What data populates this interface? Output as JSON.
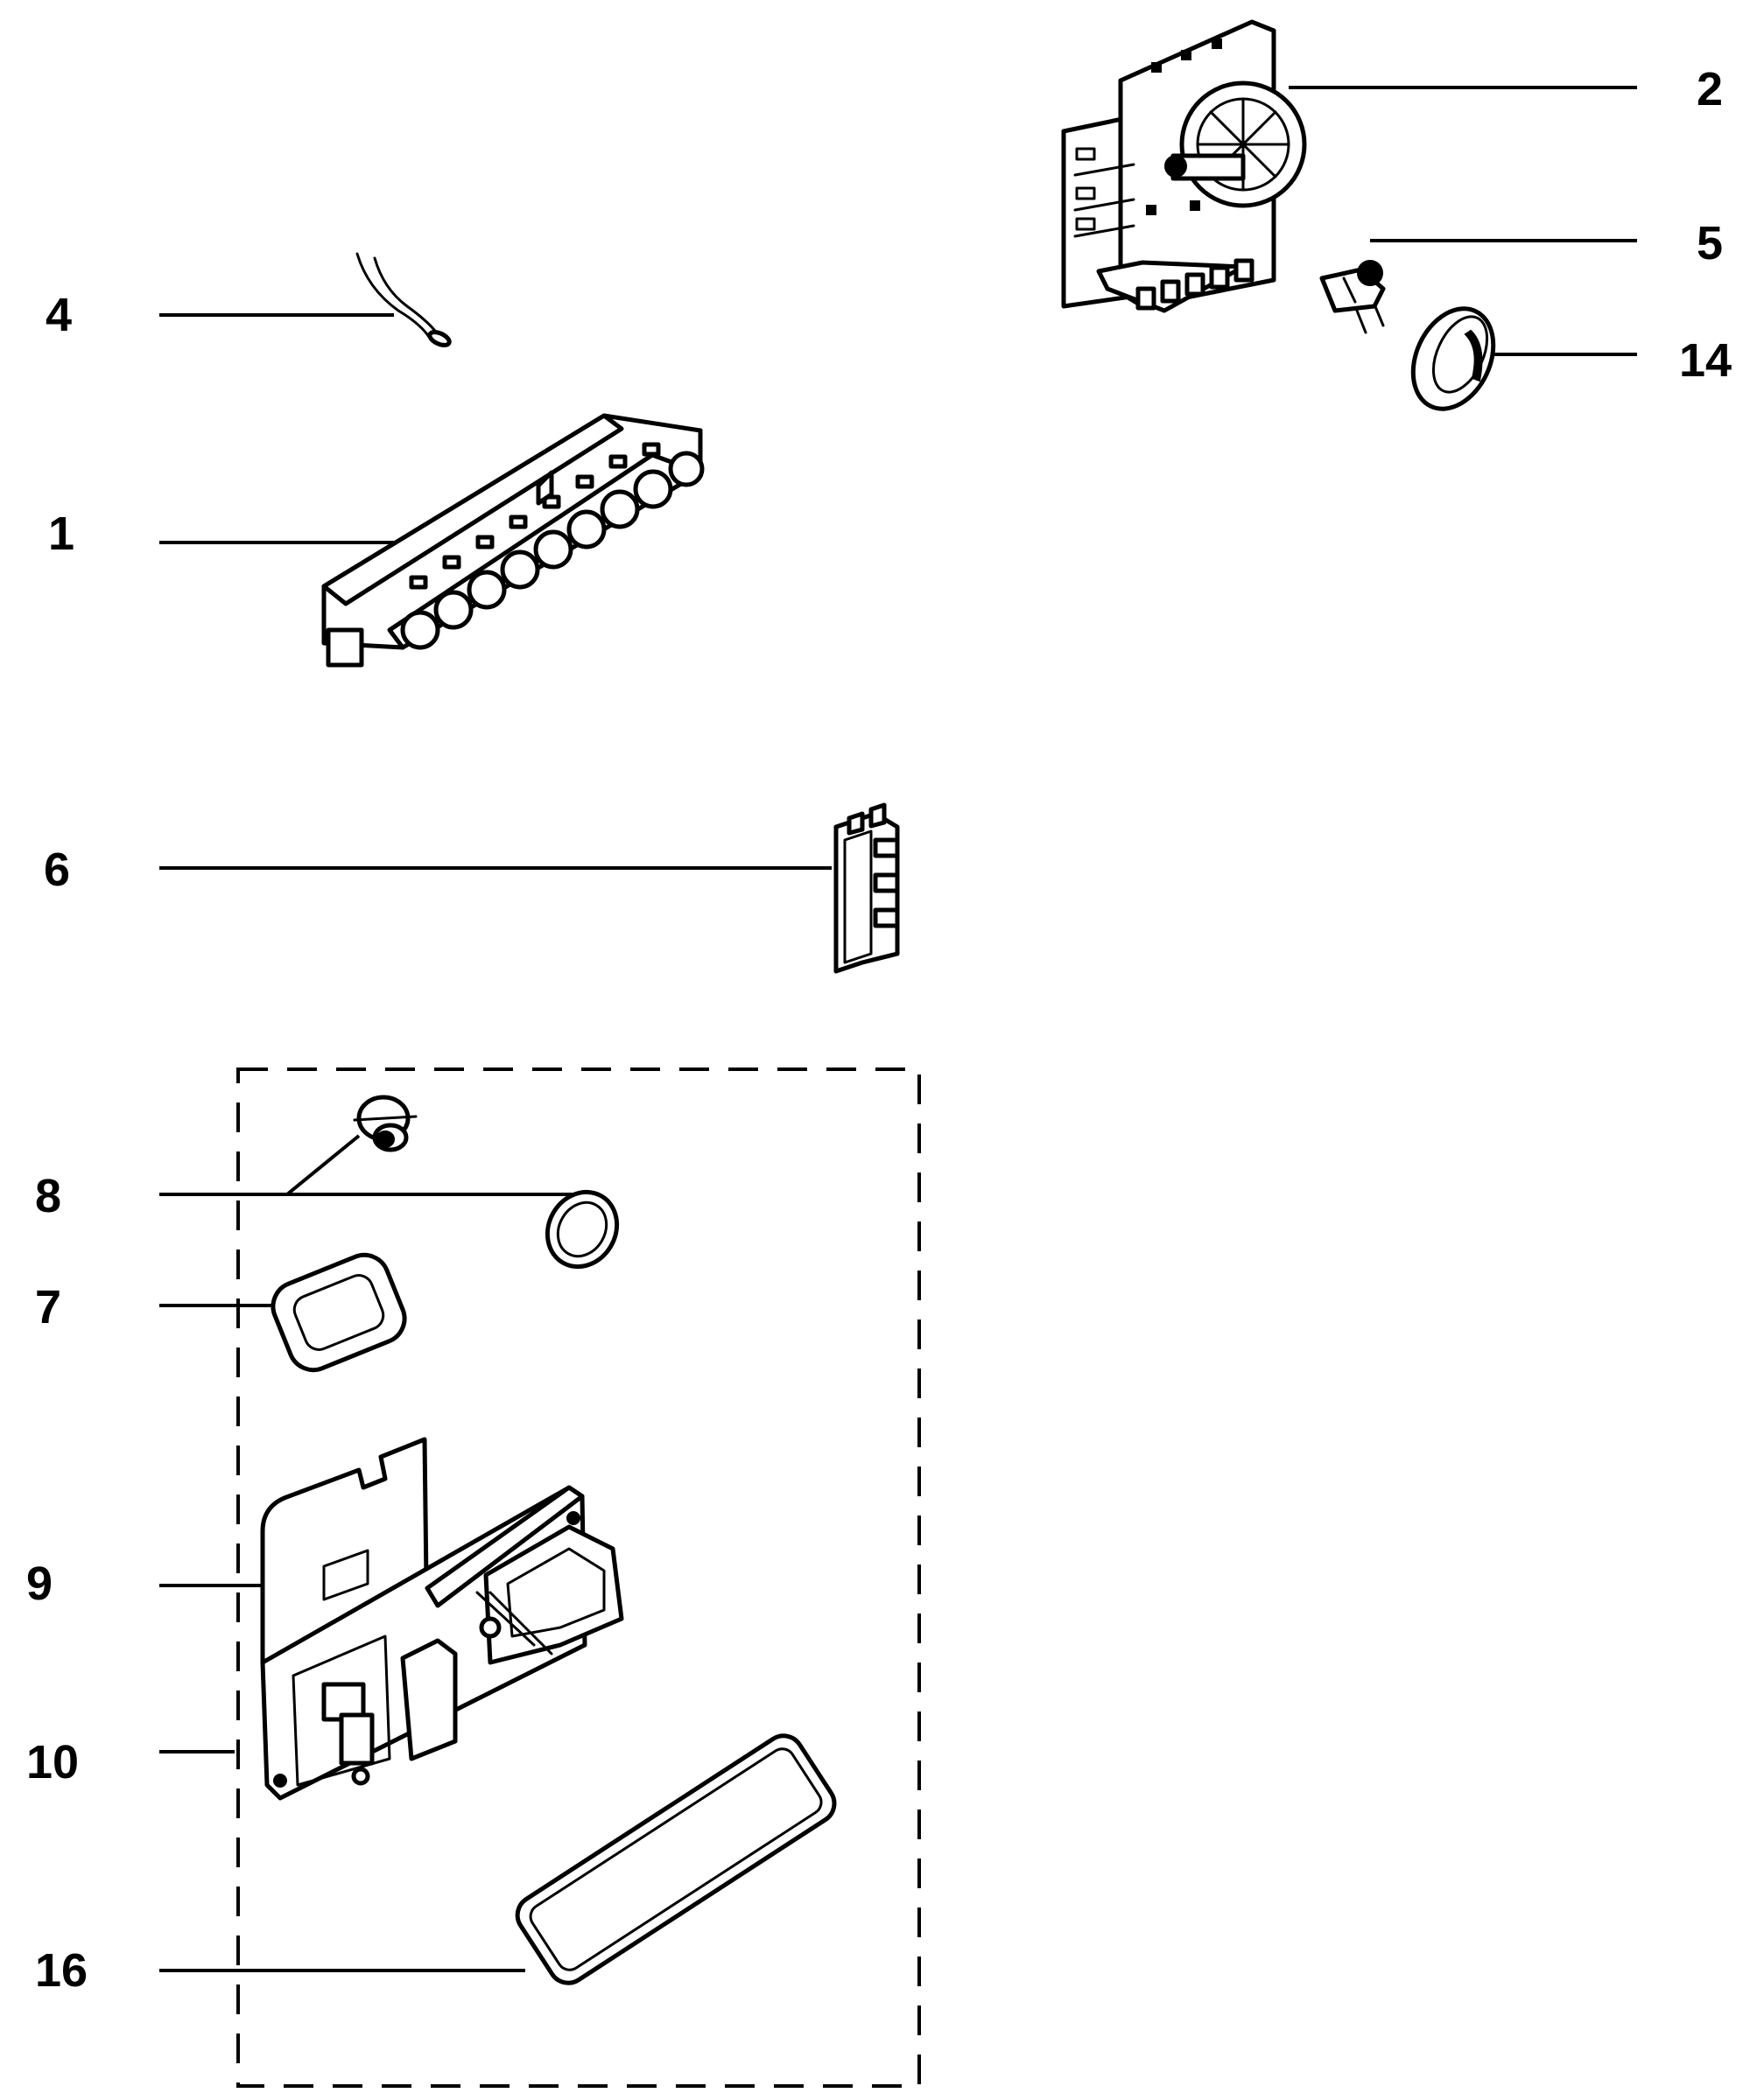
{
  "diagram": {
    "callouts": [
      {
        "id": "c1",
        "label": "1"
      },
      {
        "id": "c2",
        "label": "2"
      },
      {
        "id": "c4",
        "label": "4"
      },
      {
        "id": "c5",
        "label": "5"
      },
      {
        "id": "c6",
        "label": "6"
      },
      {
        "id": "c7",
        "label": "7"
      },
      {
        "id": "c8",
        "label": "8"
      },
      {
        "id": "c9",
        "label": "9"
      },
      {
        "id": "c10",
        "label": "10"
      },
      {
        "id": "c14",
        "label": "14"
      },
      {
        "id": "c16",
        "label": "16"
      }
    ]
  }
}
